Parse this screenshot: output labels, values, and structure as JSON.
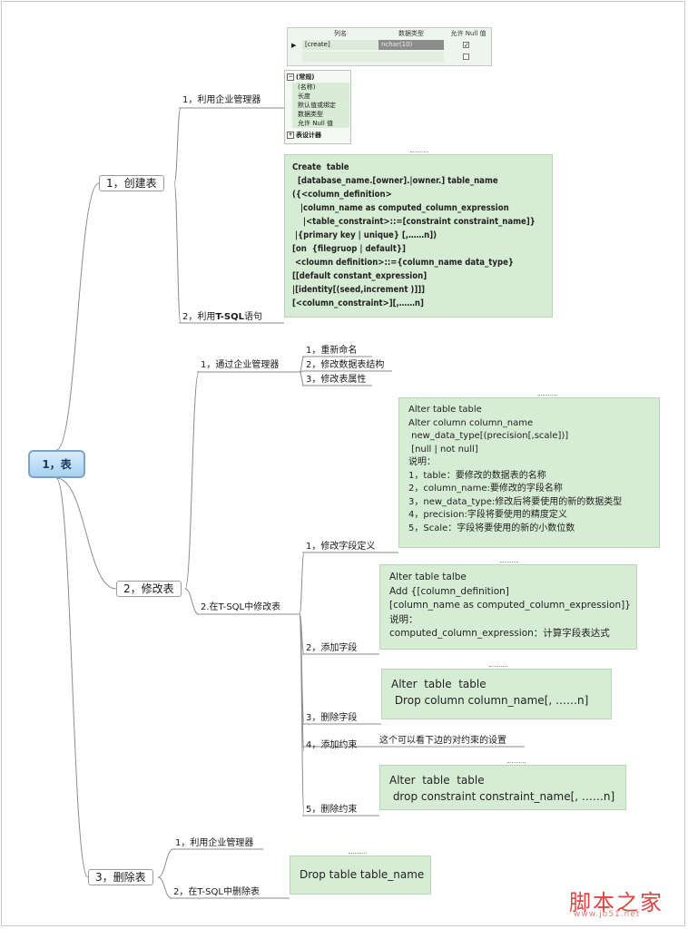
{
  "root": {
    "label": "1，表"
  },
  "branches": {
    "create": {
      "label": "1，创建表"
    },
    "modify": {
      "label": "2，修改表"
    },
    "delete": {
      "label": "3，删除表"
    }
  },
  "create": {
    "em": "1，利用企业管理器",
    "tsql_prefix": "2，利用",
    "tsql_bold": "T-SQL",
    "tsql_suffix": "语句",
    "table": {
      "headers": [
        "列名",
        "数据类型",
        "允许 Null 值"
      ],
      "row_name": "[create]",
      "row_type": "nchar(10)"
    },
    "props": {
      "section1": "(常规)",
      "rows": [
        "(名称)",
        "长度",
        "默认值或绑定",
        "数据类型",
        "允许 Null 值"
      ],
      "section2": "表设计器"
    },
    "code": "Create  table\n  [database_name.[owner].|owner.] table_name\n({<column_definition>\n   |column_name as computed_column_expression\n    |<table_constraint>::=[constraint constraint_name]}\n |{primary key | unique} [,……n])\n[on  {filegruop | default}]\n <cloumn definition>::={column_name data_type}\n[[default constant_expression]\n|[identity[(seed,increment )]]]\n[<column_constraint>][,……n]"
  },
  "modify": {
    "em": "1，通过企业管理器",
    "em_items": [
      "1，重新命名",
      "2，修改数据表结构",
      "3，修改表属性"
    ],
    "tsql": "2.在T-SQL中修改表",
    "tsql_items": [
      "1，修改字段定义",
      "2，添加字段",
      "3，删除字段",
      "4，添加约束",
      "5，删除约束"
    ],
    "alter_column": "Alter table table\nAlter column column_name\n new_data_type[(precision[,scale])]\n [null | not null]\n说明：\n1，table：要修改的数据表的名称\n2，column_name:要修改的字段名称\n3，new_data_type:修改后将要使用的新的数据类型\n4，precision:字段将要使用的精度定义\n5，Scale：字段将要使用的新的小数位数",
    "add_column": "Alter table talbe\nAdd {[column_definition]\n[column_name as computed_column_expression]}\n说明：\ncomputed_column_expression：计算字段表达式",
    "drop_column": "Alter  table  table\n Drop column column_name[, ……n]",
    "constraint_note": "这个可以看下边的对约束的设置",
    "drop_constraint": "Alter  table  table\n drop constraint constraint_name[, ……n]"
  },
  "delete": {
    "em": "1，利用企业管理器",
    "tsql": "2，在T-SQL中删除表",
    "code": "Drop table table_name"
  },
  "watermark": {
    "main": "脚本之家",
    "url": "www.jb51.net"
  },
  "colors": {
    "note_bg": "#d7ecd5",
    "root_fill": "#b6d8f2",
    "line": "#8c8c8c",
    "watermark": "#dd4444"
  }
}
